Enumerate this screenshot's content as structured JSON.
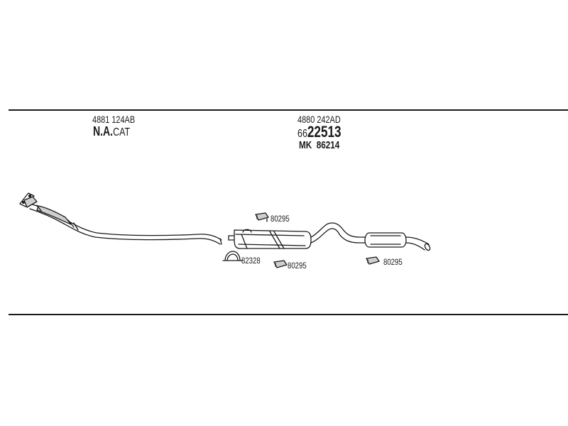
{
  "diagram": {
    "parts": {
      "front_pipe": {
        "part_number": "4881 124AB",
        "type_prefix": "N.A.",
        "type_suffix": "CAT"
      },
      "rear_system": {
        "part_number": "4880 242AD",
        "code_prefix": "66",
        "code_main": "22513",
        "mk_prefix": "MK",
        "mk_number": "86214"
      }
    },
    "fittings": [
      {
        "code": "80295"
      },
      {
        "code": "82328"
      },
      {
        "code": "80295"
      },
      {
        "code": "80295"
      }
    ]
  },
  "colors": {
    "line": "#1a1a1a",
    "fill": "#ffffff",
    "shade": "#cfcfcf"
  }
}
